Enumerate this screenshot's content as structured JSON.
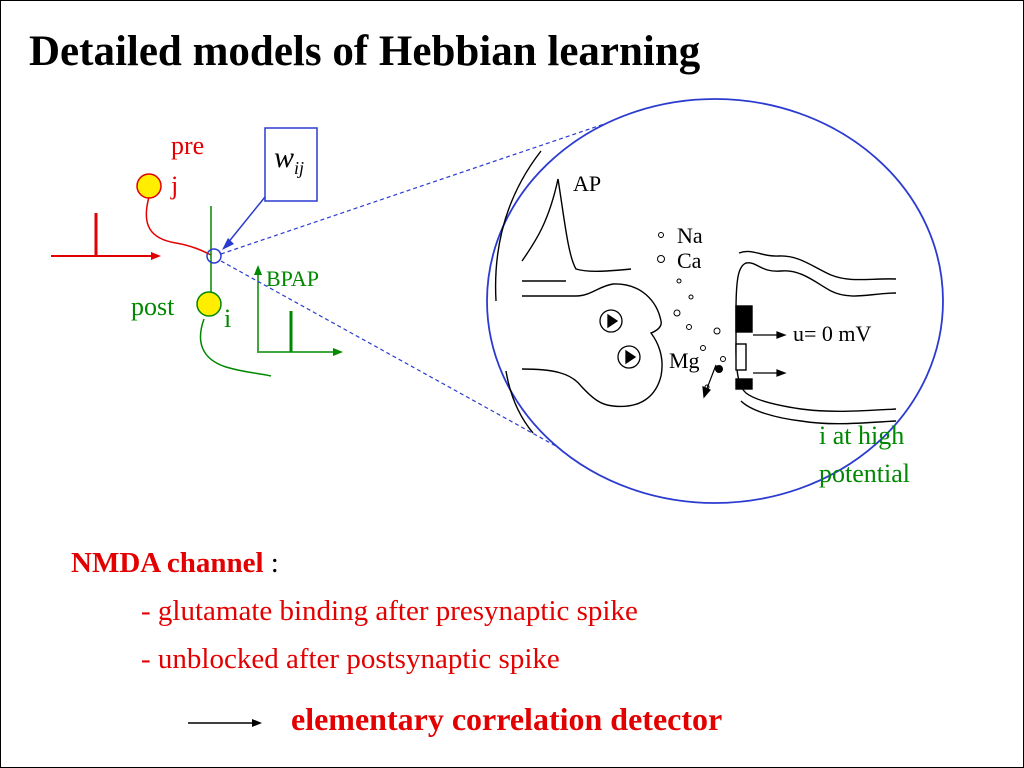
{
  "slide": {
    "title": "Detailed models of Hebbian learning"
  },
  "diagram": {
    "pre_label": "pre",
    "pre_index": "j",
    "post_label": "post",
    "post_index": "i",
    "weight_symbol": "w",
    "weight_subscript": "ij",
    "bpap_label": "BPAP",
    "zoom": {
      "ap_label": "AP",
      "na_label": "Na",
      "ca_label": "Ca",
      "mg_label": "Mg",
      "voltage_label": "u= 0 mV",
      "note_line1": "i at high",
      "note_line2": "potential"
    },
    "colors": {
      "red": "#e30000",
      "green": "#008800",
      "blue": "#2b3bd0",
      "neuron_fill": "#ffee00"
    }
  },
  "nmda": {
    "heading": "NMDA channel",
    "heading_suffix": " :",
    "bullets": [
      "- glutamate binding after presynaptic spike",
      "- unblocked after postsynaptic spike"
    ]
  },
  "conclusion": "elementary correlation detector"
}
